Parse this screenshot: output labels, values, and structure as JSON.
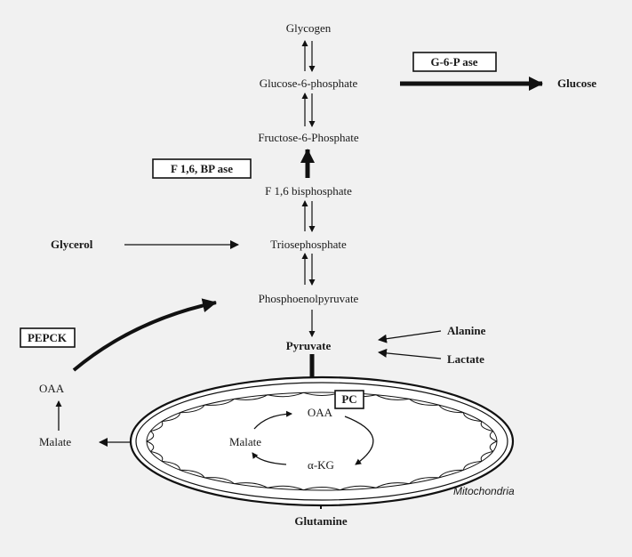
{
  "colors": {
    "ink": "#111111",
    "paper": "#f1f1f1"
  },
  "metabolites": {
    "glycogen": "Glycogen",
    "glucose_6_phosphate": "Glucose-6-phosphate",
    "fructose_6_phosphate": "Fructose-6-Phosphate",
    "f16_bisphosphate": "F 1,6 bisphosphate",
    "triosephosphate": "Triosephosphate",
    "phosphoenolpyruvate": "Phosphoenolpyruvate",
    "pyruvate": "Pyruvate",
    "glucose": "Glucose",
    "glycerol": "Glycerol",
    "alanine": "Alanine",
    "lactate": "Lactate",
    "oaa_outer": "OAA",
    "malate_outer": "Malate",
    "oaa_mito": "OAA",
    "malate_mito": "Malate",
    "akg": "α-KG",
    "glutamine": "Glutamine"
  },
  "enzymes": {
    "g6pase": "G-6-P ase",
    "f16bpase": "F 1,6, BP ase",
    "pepck": "PEPCK",
    "pc": "PC"
  },
  "compartments": {
    "mitochondria": "Mitochondria"
  }
}
